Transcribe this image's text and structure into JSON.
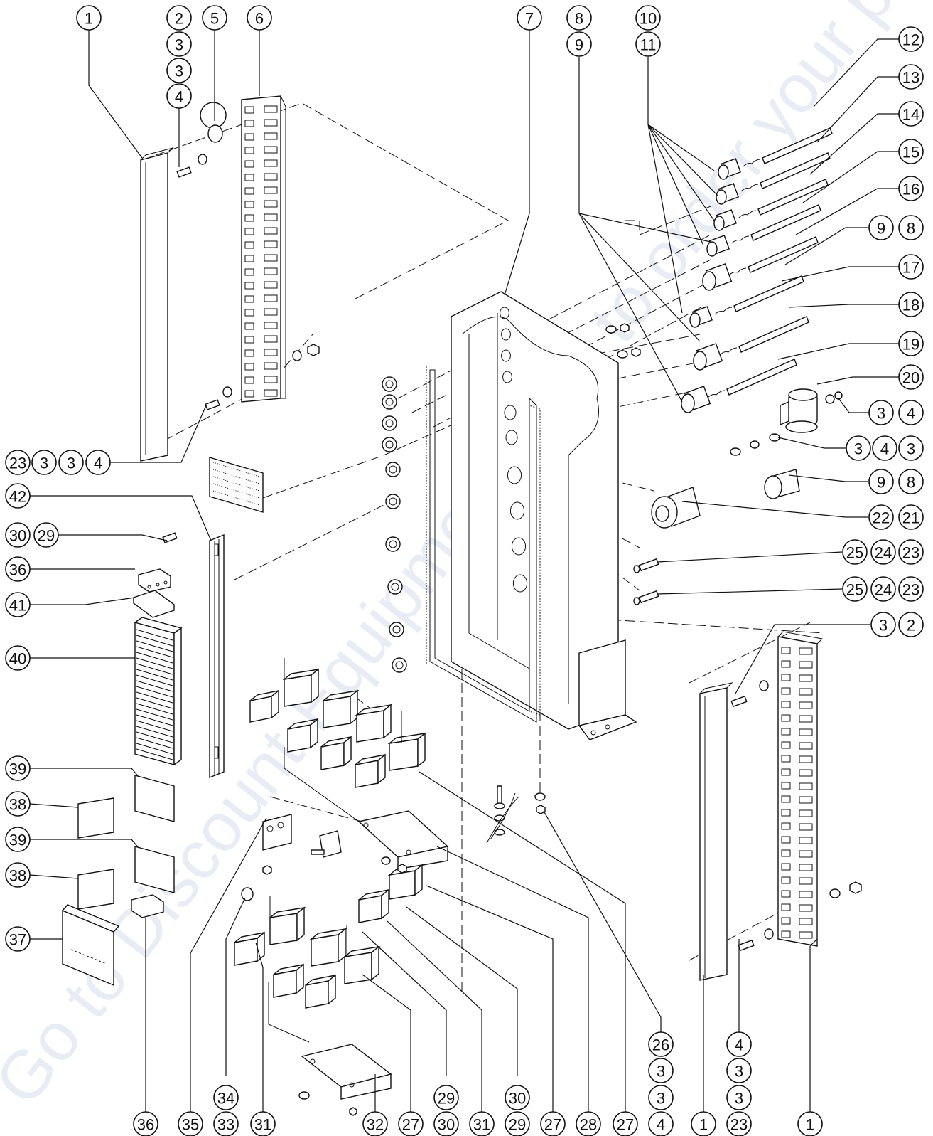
{
  "watermark": "Go to Discount-Equipment.com to order your parts",
  "callouts": [
    {
      "id": "c-1a",
      "text": "1"
    },
    {
      "id": "c-2",
      "text": "2"
    },
    {
      "id": "c-3a",
      "text": "3"
    },
    {
      "id": "c-3b",
      "text": "3"
    },
    {
      "id": "c-4a",
      "text": "4"
    },
    {
      "id": "c-5",
      "text": "5"
    },
    {
      "id": "c-6",
      "text": "6"
    },
    {
      "id": "c-7",
      "text": "7"
    },
    {
      "id": "c-8a",
      "text": "8"
    },
    {
      "id": "c-9a",
      "text": "9"
    },
    {
      "id": "c-10",
      "text": "10"
    },
    {
      "id": "c-11",
      "text": "11"
    },
    {
      "id": "c-12",
      "text": "12"
    },
    {
      "id": "c-13",
      "text": "13"
    },
    {
      "id": "c-14",
      "text": "14"
    },
    {
      "id": "c-15",
      "text": "15"
    },
    {
      "id": "c-16",
      "text": "16"
    },
    {
      "id": "c-9b",
      "text": "9"
    },
    {
      "id": "c-8b",
      "text": "8"
    },
    {
      "id": "c-17",
      "text": "17"
    },
    {
      "id": "c-18",
      "text": "18"
    },
    {
      "id": "c-19",
      "text": "19"
    },
    {
      "id": "c-20",
      "text": "20"
    },
    {
      "id": "c-3c",
      "text": "3"
    },
    {
      "id": "c-4b",
      "text": "4"
    },
    {
      "id": "c-3d",
      "text": "3"
    },
    {
      "id": "c-4c",
      "text": "4"
    },
    {
      "id": "c-3e",
      "text": "3"
    },
    {
      "id": "c-9c",
      "text": "9"
    },
    {
      "id": "c-8c",
      "text": "8"
    },
    {
      "id": "c-22",
      "text": "22"
    },
    {
      "id": "c-21",
      "text": "21"
    },
    {
      "id": "c-25a",
      "text": "25"
    },
    {
      "id": "c-24a",
      "text": "24"
    },
    {
      "id": "c-23a",
      "text": "23"
    },
    {
      "id": "c-25b",
      "text": "25"
    },
    {
      "id": "c-24b",
      "text": "24"
    },
    {
      "id": "c-23b",
      "text": "23"
    },
    {
      "id": "c-3f",
      "text": "3"
    },
    {
      "id": "c-2b",
      "text": "2"
    },
    {
      "id": "c-23c",
      "text": "23"
    },
    {
      "id": "c-3g",
      "text": "3"
    },
    {
      "id": "c-3h",
      "text": "3"
    },
    {
      "id": "c-4d",
      "text": "4"
    },
    {
      "id": "c-42",
      "text": "42"
    },
    {
      "id": "c-30a",
      "text": "30"
    },
    {
      "id": "c-29a",
      "text": "29"
    },
    {
      "id": "c-36a",
      "text": "36"
    },
    {
      "id": "c-41",
      "text": "41"
    },
    {
      "id": "c-40",
      "text": "40"
    },
    {
      "id": "c-39a",
      "text": "39"
    },
    {
      "id": "c-38a",
      "text": "38"
    },
    {
      "id": "c-39b",
      "text": "39"
    },
    {
      "id": "c-38b",
      "text": "38"
    },
    {
      "id": "c-37",
      "text": "37"
    },
    {
      "id": "c-26",
      "text": "26"
    },
    {
      "id": "c-3i",
      "text": "3"
    },
    {
      "id": "c-3j",
      "text": "3"
    },
    {
      "id": "c-4e",
      "text": "4"
    },
    {
      "id": "c-4f",
      "text": "4"
    },
    {
      "id": "c-3k",
      "text": "3"
    },
    {
      "id": "c-3l",
      "text": "3"
    },
    {
      "id": "c-23d",
      "text": "23"
    },
    {
      "id": "c-34",
      "text": "34"
    },
    {
      "id": "c-33",
      "text": "33"
    },
    {
      "id": "c-29b",
      "text": "29"
    },
    {
      "id": "c-30b",
      "text": "30"
    },
    {
      "id": "c-30c",
      "text": "30"
    },
    {
      "id": "c-29c",
      "text": "29"
    },
    {
      "id": "c-36b",
      "text": "36"
    },
    {
      "id": "c-35",
      "text": "35"
    },
    {
      "id": "c-31a",
      "text": "31"
    },
    {
      "id": "c-32",
      "text": "32"
    },
    {
      "id": "c-27a",
      "text": "27"
    },
    {
      "id": "c-31b",
      "text": "31"
    },
    {
      "id": "c-27b",
      "text": "27"
    },
    {
      "id": "c-28",
      "text": "28"
    },
    {
      "id": "c-27c",
      "text": "27"
    },
    {
      "id": "c-1b",
      "text": "1"
    },
    {
      "id": "c-1c",
      "text": "1"
    }
  ]
}
